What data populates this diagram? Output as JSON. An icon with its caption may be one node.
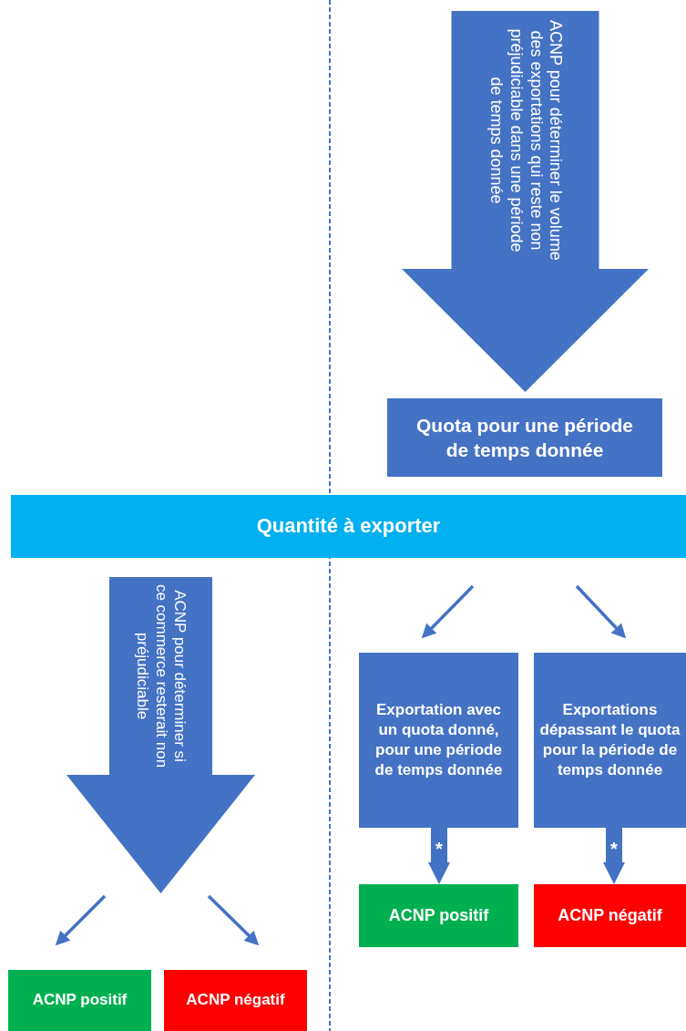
{
  "diagram": {
    "nodes": [
      {
        "text": [
          "ACNP pour déterminer le volume des exportations qui reste non préjudiciable dans une période de temps donnée"
        ]
      },
      {
        "text": [
          "Quota pour une période de temps donnée"
        ]
      },
      {
        "text": [
          "Quantité à exporter"
        ]
      },
      {
        "text": [
          "ACNP pour déterminer si ce commerce resterait non préjudiciable"
        ]
      },
      {
        "text": [
          "Exportation avec un quota donné, pour une période de temps donnée"
        ]
      },
      {
        "text": [
          "Exportations dépassant le quota pour la période de temps donnée"
        ]
      },
      {
        "text": [
          "ACNP positif"
        ]
      },
      {
        "text": [
          "ACNP négatif"
        ]
      },
      {
        "text": [
          "ACNP positif"
        ]
      },
      {
        "text": [
          "ACNP négatif"
        ]
      }
    ],
    "edges": [
      {
        "from": 2,
        "to": 4,
        "arrow": "to"
      },
      {
        "from": 2,
        "to": 5,
        "arrow": "to"
      },
      {
        "from": 3,
        "to": 8,
        "arrow": "to"
      },
      {
        "from": 3,
        "to": 9,
        "arrow": "to"
      },
      {
        "from": 4,
        "to": 6,
        "arrow": "to",
        "label": "*",
        "style": "thick"
      },
      {
        "from": 5,
        "to": 7,
        "arrow": "to",
        "label": "*",
        "style": "thick"
      }
    ]
  }
}
